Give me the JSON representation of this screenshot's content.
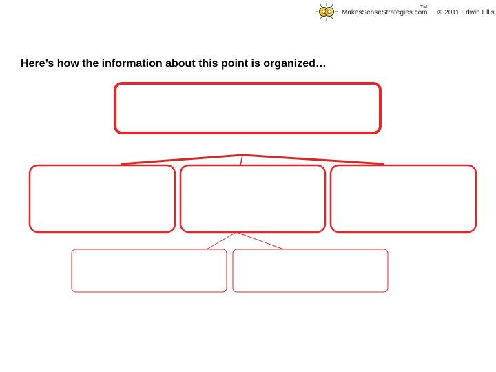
{
  "header": {
    "logo_icon": "sun-eyes-logo-icon",
    "brand": "MakesSenseStrategies.com",
    "trademark": "TM",
    "copyright": "© 2011 Edwin Ellis"
  },
  "headline": "Here’s how the information about this point is organized…",
  "colors": {
    "box_stroke": "#e8262a",
    "connector": "#d32a2a",
    "logo_yellow": "#f5c518",
    "logo_ring": "#e0a800",
    "logo_ray": "#555555"
  },
  "diagram": {
    "top_box": {
      "text": ""
    },
    "middle_boxes": [
      {
        "text": ""
      },
      {
        "text": ""
      },
      {
        "text": ""
      }
    ],
    "bottom_boxes": [
      {
        "text": ""
      },
      {
        "text": ""
      }
    ]
  }
}
